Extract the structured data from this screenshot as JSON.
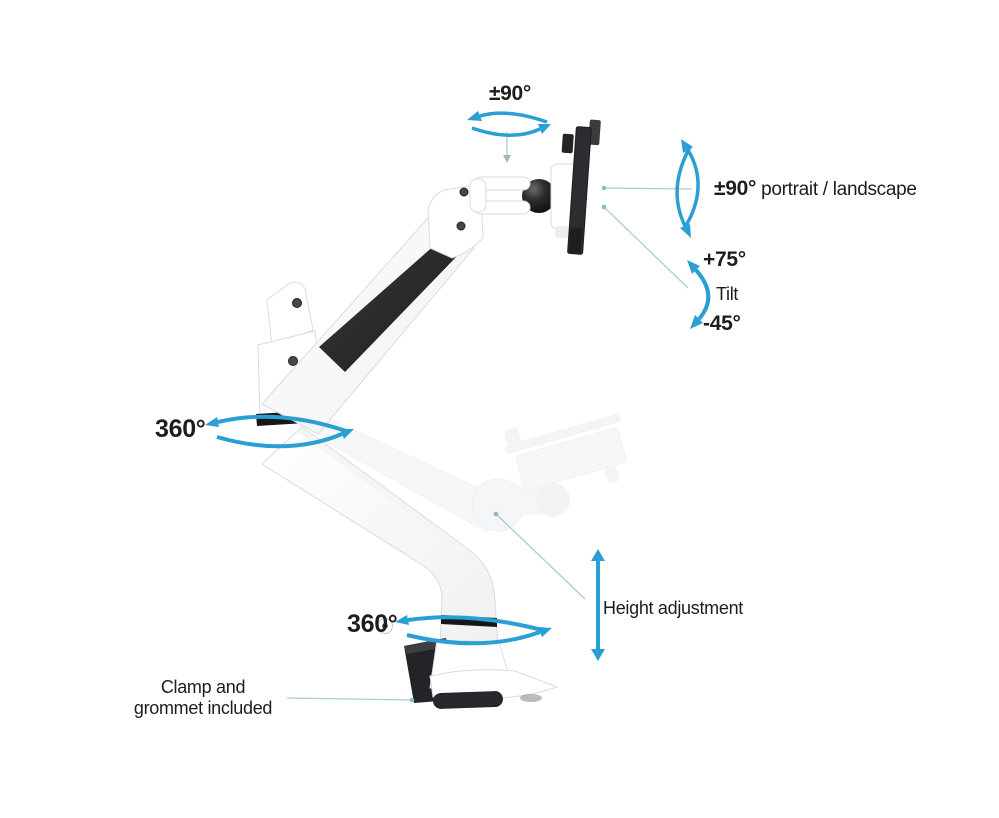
{
  "diagram": {
    "subject": "monitor-arm-side-view-feature-callouts",
    "background": "#ffffff",
    "colors": {
      "arrow_blue": "#2b9fd4",
      "leader_teal": "#a9cdd3",
      "text_dark": "#1d1d1b",
      "arm_white": "#ffffff",
      "black_part": "#28282a"
    },
    "labels": {
      "pan": "±90°",
      "portrait_landscape_angle": "±90°",
      "portrait_landscape": "portrait / landscape",
      "tilt_up": "+75°",
      "tilt": "Tilt",
      "tilt_down": "-45°",
      "arm_rotation": "360°",
      "height": "Height adjustment",
      "base_rotation": "360°",
      "clamp_line1": "Clamp and",
      "clamp_line2": "grommet included"
    },
    "illustration_parts": [
      "vesa-mount-plate",
      "monitor-bracket",
      "ball-joint",
      "link-fork",
      "upper-arm",
      "gas-spring-black-cover",
      "elbow-joint",
      "lower-arm",
      "rotation-band",
      "column",
      "desk-clamp",
      "clamp-knob",
      "base-plate",
      "rubber-pad",
      "ghost-arm-lowered-position"
    ]
  }
}
